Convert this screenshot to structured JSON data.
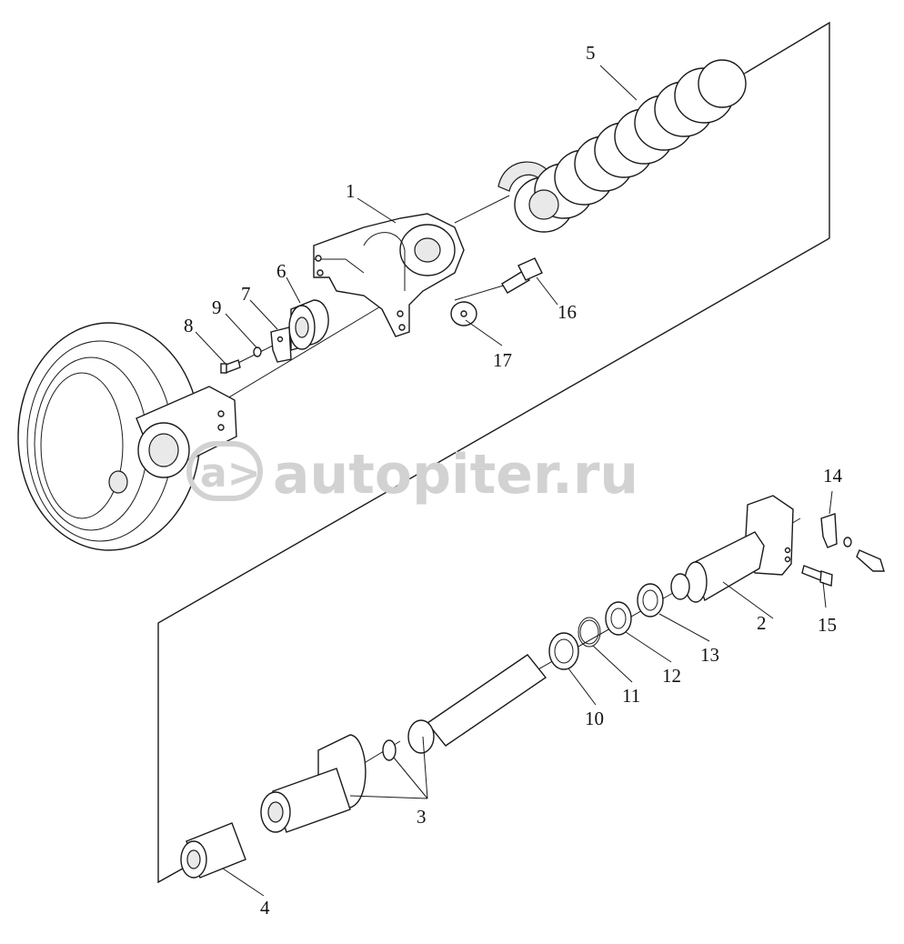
{
  "diagram": {
    "type": "exploded-parts-diagram",
    "watermark": "autopiter.ru",
    "line_color": "#1a1a1a",
    "background": "#ffffff",
    "callouts": [
      {
        "id": "c1",
        "label": "1"
      },
      {
        "id": "c2",
        "label": "2"
      },
      {
        "id": "c3",
        "label": "3"
      },
      {
        "id": "c4",
        "label": "4"
      },
      {
        "id": "c5",
        "label": "5"
      },
      {
        "id": "c6",
        "label": "6"
      },
      {
        "id": "c7",
        "label": "7"
      },
      {
        "id": "c8",
        "label": "8"
      },
      {
        "id": "c9",
        "label": "9"
      },
      {
        "id": "c10",
        "label": "10"
      },
      {
        "id": "c11",
        "label": "11"
      },
      {
        "id": "c12",
        "label": "12"
      },
      {
        "id": "c13",
        "label": "13"
      },
      {
        "id": "c14",
        "label": "14"
      },
      {
        "id": "c15",
        "label": "15"
      },
      {
        "id": "c16",
        "label": "16"
      },
      {
        "id": "c17",
        "label": "17"
      }
    ]
  }
}
